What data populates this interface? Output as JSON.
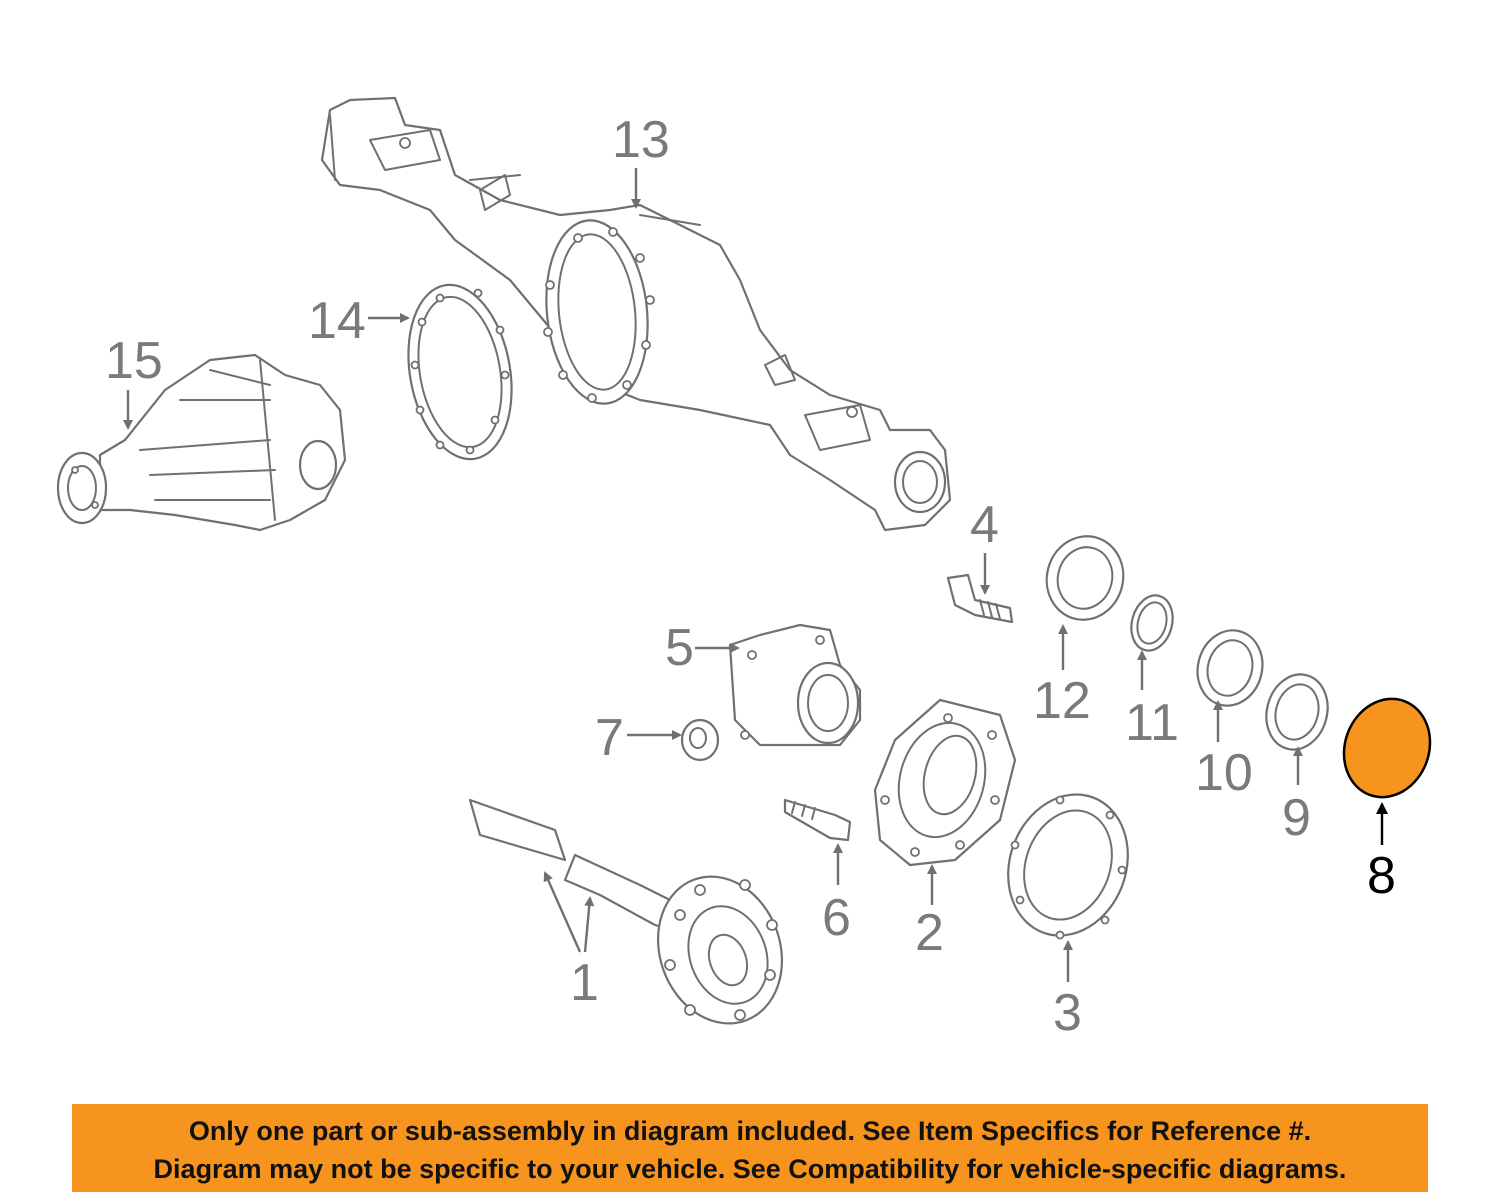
{
  "diagram": {
    "highlight_color": "#f7941d",
    "part_stroke_color": "#707070",
    "highlighted_part": "8",
    "callouts": {
      "c1": "1",
      "c2": "2",
      "c3": "3",
      "c4": "4",
      "c5": "5",
      "c6": "6",
      "c7": "7",
      "c8": "8",
      "c9": "9",
      "c10": "10",
      "c11": "11",
      "c12": "12",
      "c13": "13",
      "c14": "14",
      "c15": "15"
    }
  },
  "notice": {
    "background": "#f7941d",
    "line1": "Only one part or sub-assembly in diagram included. See Item Specifics for Reference #.",
    "line2": "Diagram may not be specific to your vehicle. See Compatibility for vehicle-specific diagrams."
  }
}
